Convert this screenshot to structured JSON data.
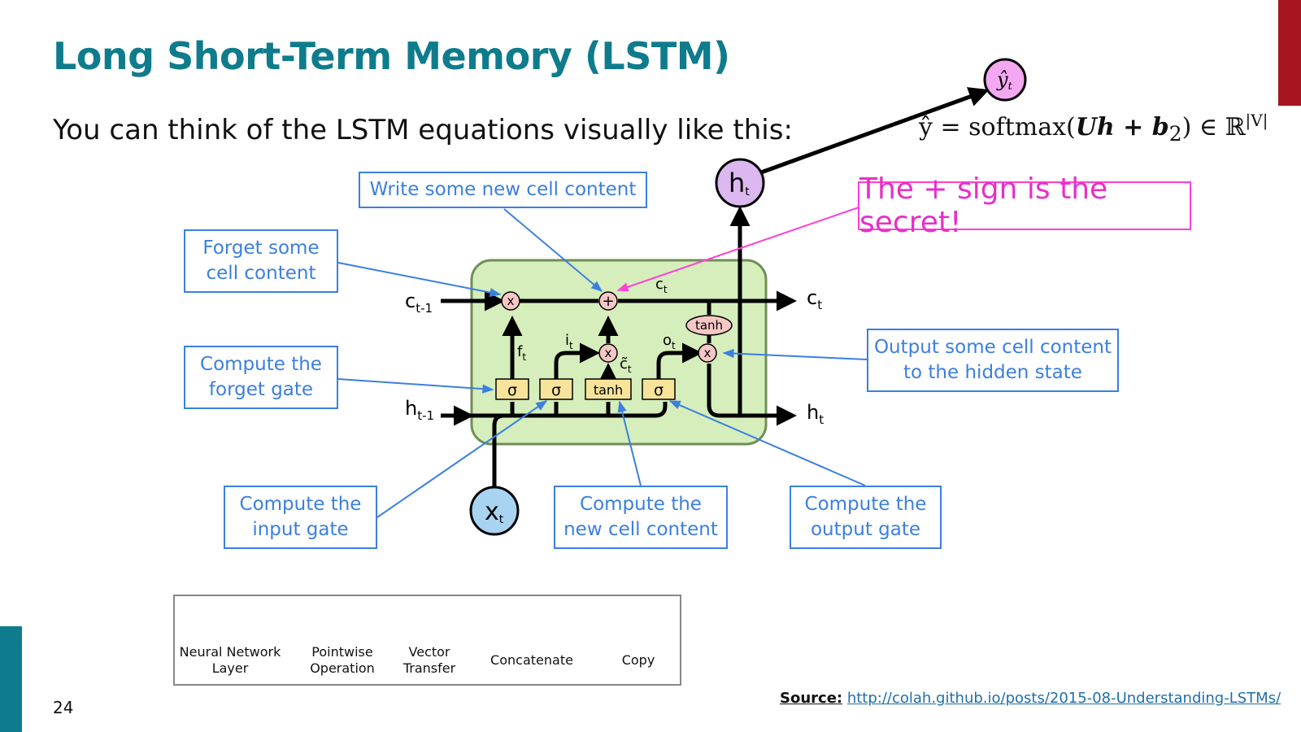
{
  "slide": {
    "title": "Long Short-Term Memory (LSTM)",
    "subtitle": "You can think of the LSTM equations visually like this:",
    "formula_lhs": "ŷ = softmax(",
    "formula_mid": "Uh + b",
    "formula_sub": "2",
    "formula_rhs": ") ∈ ℝ",
    "formula_sup": "|V|",
    "page_number": "24",
    "source_label": "Source:",
    "source_url": "http://colah.github.io/posts/2015-08-Understanding-LSTMs/"
  },
  "callouts": {
    "write_cell": "Write some new cell content",
    "forget_cell": "Forget some\ncell content",
    "forget_gate": "Compute the\nforget gate",
    "input_gate": "Compute the\ninput gate",
    "new_cell": "Compute the\nnew cell content",
    "output_gate": "Compute the\noutput gate",
    "output_cell": "Output some cell content\nto the hidden state",
    "secret": "The + sign is the secret!"
  },
  "diagram": {
    "c_prev": "c",
    "c_prev_sub": "t-1",
    "h_prev": "h",
    "h_prev_sub": "t-1",
    "c_out": "c",
    "c_out_sub": "t",
    "h_out": "h",
    "h_out_sub": "t",
    "c_mid": "c",
    "c_mid_sub": "t",
    "x_node": "x",
    "x_node_sub": "t",
    "h_node": "h",
    "h_node_sub": "t",
    "y_node": "ŷ",
    "y_node_sub": "t",
    "f_label": "f",
    "f_label_sub": "t",
    "i_label": "i",
    "i_label_sub": "t",
    "o_label": "o",
    "o_label_sub": "t",
    "c_tilde": "c̃",
    "c_tilde_sub": "t",
    "sigma": "σ",
    "tanh": "tanh",
    "times": "x",
    "plus": "+"
  },
  "legend": {
    "nn_layer": "Neural Network\nLayer",
    "pointwise": "Pointwise\nOperation",
    "vector_transfer": "Vector\nTransfer",
    "concatenate": "Concatenate",
    "copy": "Copy"
  },
  "colors": {
    "title": "#0e7c8c",
    "callout": "#3b7fe0",
    "secret": "#e630c8",
    "cell_bg": "#d5eebc",
    "layer": "#f7e49a",
    "pointwise": "#f6c7c5",
    "h_node": "#dbb8f0",
    "x_node": "#a8d4f2",
    "y_node": "#f4a8f2"
  }
}
